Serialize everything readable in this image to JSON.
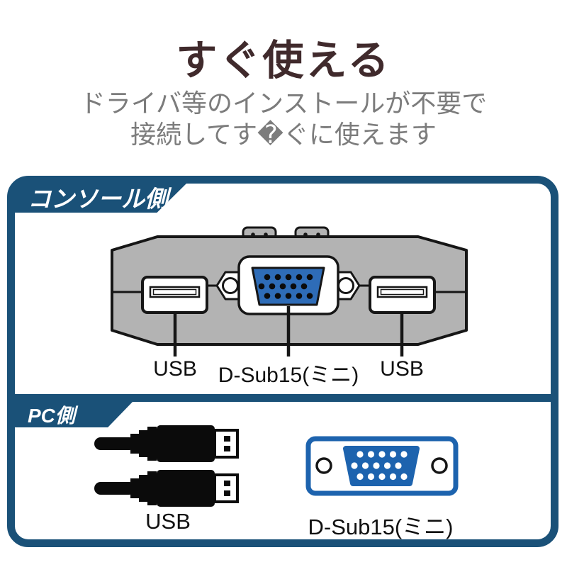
{
  "header": {
    "title": "すぐ使える",
    "subtitle_line1": "ドライバ等のインストールが不要で",
    "subtitle_line2": "接続してす�ぐに使えます"
  },
  "console": {
    "banner_label": "コンソール側",
    "port_labels": {
      "left": "USB",
      "center": "D-Sub15(ミニ)",
      "right": "USB"
    }
  },
  "pc": {
    "banner_label": "PC側",
    "usb_label": "USB",
    "dsub_label": "D-Sub15(ミニ)"
  },
  "colors": {
    "frame_blue": "#1a5178",
    "console_vga_blue": "#2e6cb7",
    "pc_vga_blue": "#1d63ae",
    "device_gray": "#b3b3b3",
    "title_brown": "#402a2c",
    "subtitle_gray": "#7c7c7c"
  },
  "icons": {
    "console_device": "kvm-switch-rear-icon",
    "usb_port": "usb-port-icon",
    "vga_port": "vga-connector-icon",
    "usb_cable": "usb-cable-icon",
    "dsub_connector": "dsub15-connector-icon"
  }
}
